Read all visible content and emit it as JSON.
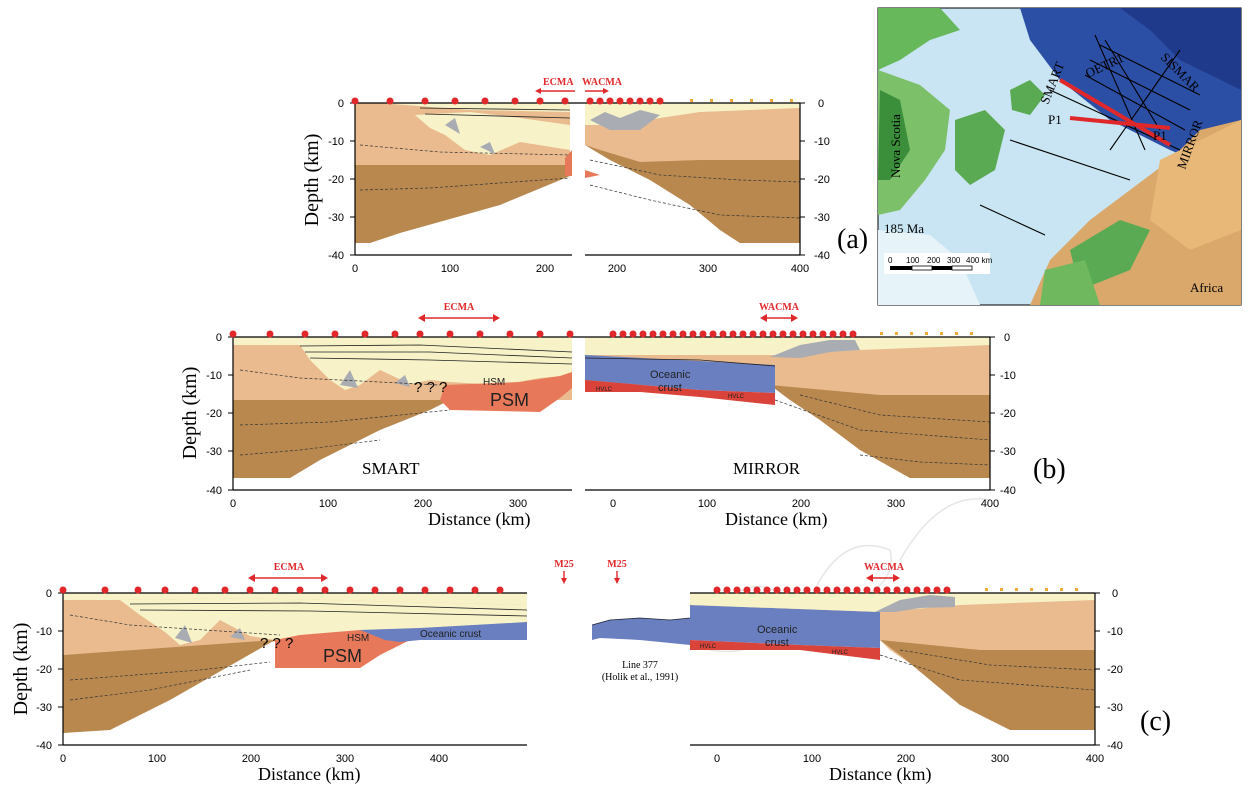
{
  "panels": {
    "a": {
      "label": "(a)",
      "ylabel": "Depth (km)",
      "yticks": [
        "0",
        "-10",
        "-20",
        "-30",
        "-40"
      ],
      "left_xticks": [
        "0",
        "100",
        "200"
      ],
      "right_xticks": [
        "200",
        "300",
        "400"
      ],
      "ecma": "ECMA",
      "wacma": "WACMA"
    },
    "b": {
      "label": "(b)",
      "ylabel": "Depth (km)",
      "xlabel_left": "Distance (km)",
      "xlabel_right": "Distance (km)",
      "yticks": [
        "0",
        "-10",
        "-20",
        "-30",
        "-40"
      ],
      "left_xticks": [
        "0",
        "100",
        "200",
        "300"
      ],
      "right_xticks": [
        "0",
        "100",
        "200",
        "300",
        "400"
      ],
      "ecma": "ECMA",
      "wacma": "WACMA",
      "smart": "SMART",
      "mirror": "MIRROR",
      "psm": "PSM",
      "hsm": "HSM",
      "q": "? ? ?",
      "oceanic1": "Oceanic",
      "oceanic2": "crust",
      "hvlc": "HVLC"
    },
    "c": {
      "label": "(c)",
      "ylabel": "Depth (km)",
      "xlabel_left": "Distance (km)",
      "xlabel_right": "Distance (km)",
      "yticks": [
        "0",
        "-10",
        "-20",
        "-30",
        "-40"
      ],
      "left_xticks": [
        "0",
        "100",
        "200",
        "300",
        "400"
      ],
      "right_xticks": [
        "0",
        "100",
        "200",
        "300",
        "400"
      ],
      "ecma": "ECMA",
      "wacma": "WACMA",
      "m25": "M25",
      "line377": "Line 377",
      "holik": "(Holik et al., 1991)",
      "psm": "PSM",
      "hsm": "HSM",
      "q": "? ? ?",
      "oceanic_crust": "Oceanic crust",
      "oceanic1": "Oceanic",
      "oceanic2": "crust",
      "hvlc": "HVLC"
    }
  },
  "map": {
    "nova_scotia": "Nova Scotia",
    "africa": "Africa",
    "age": "185 Ma",
    "smart": "SMART",
    "oetr": "OETR1",
    "sismar": "SISMAR",
    "mirror": "MIRROR",
    "p1": "P1",
    "scale_ticks": [
      "0",
      "100",
      "200",
      "300",
      "400 km"
    ]
  },
  "colors": {
    "sediment_light": "#f7f2c8",
    "upper_crust": "#e9bb8e",
    "lower_crust": "#b8884f",
    "psm": "#e8785a",
    "oceanic": "#6a7fc0",
    "hvlc": "#d9433a",
    "salt": "#a9acb2",
    "dot": "#e0282a"
  }
}
